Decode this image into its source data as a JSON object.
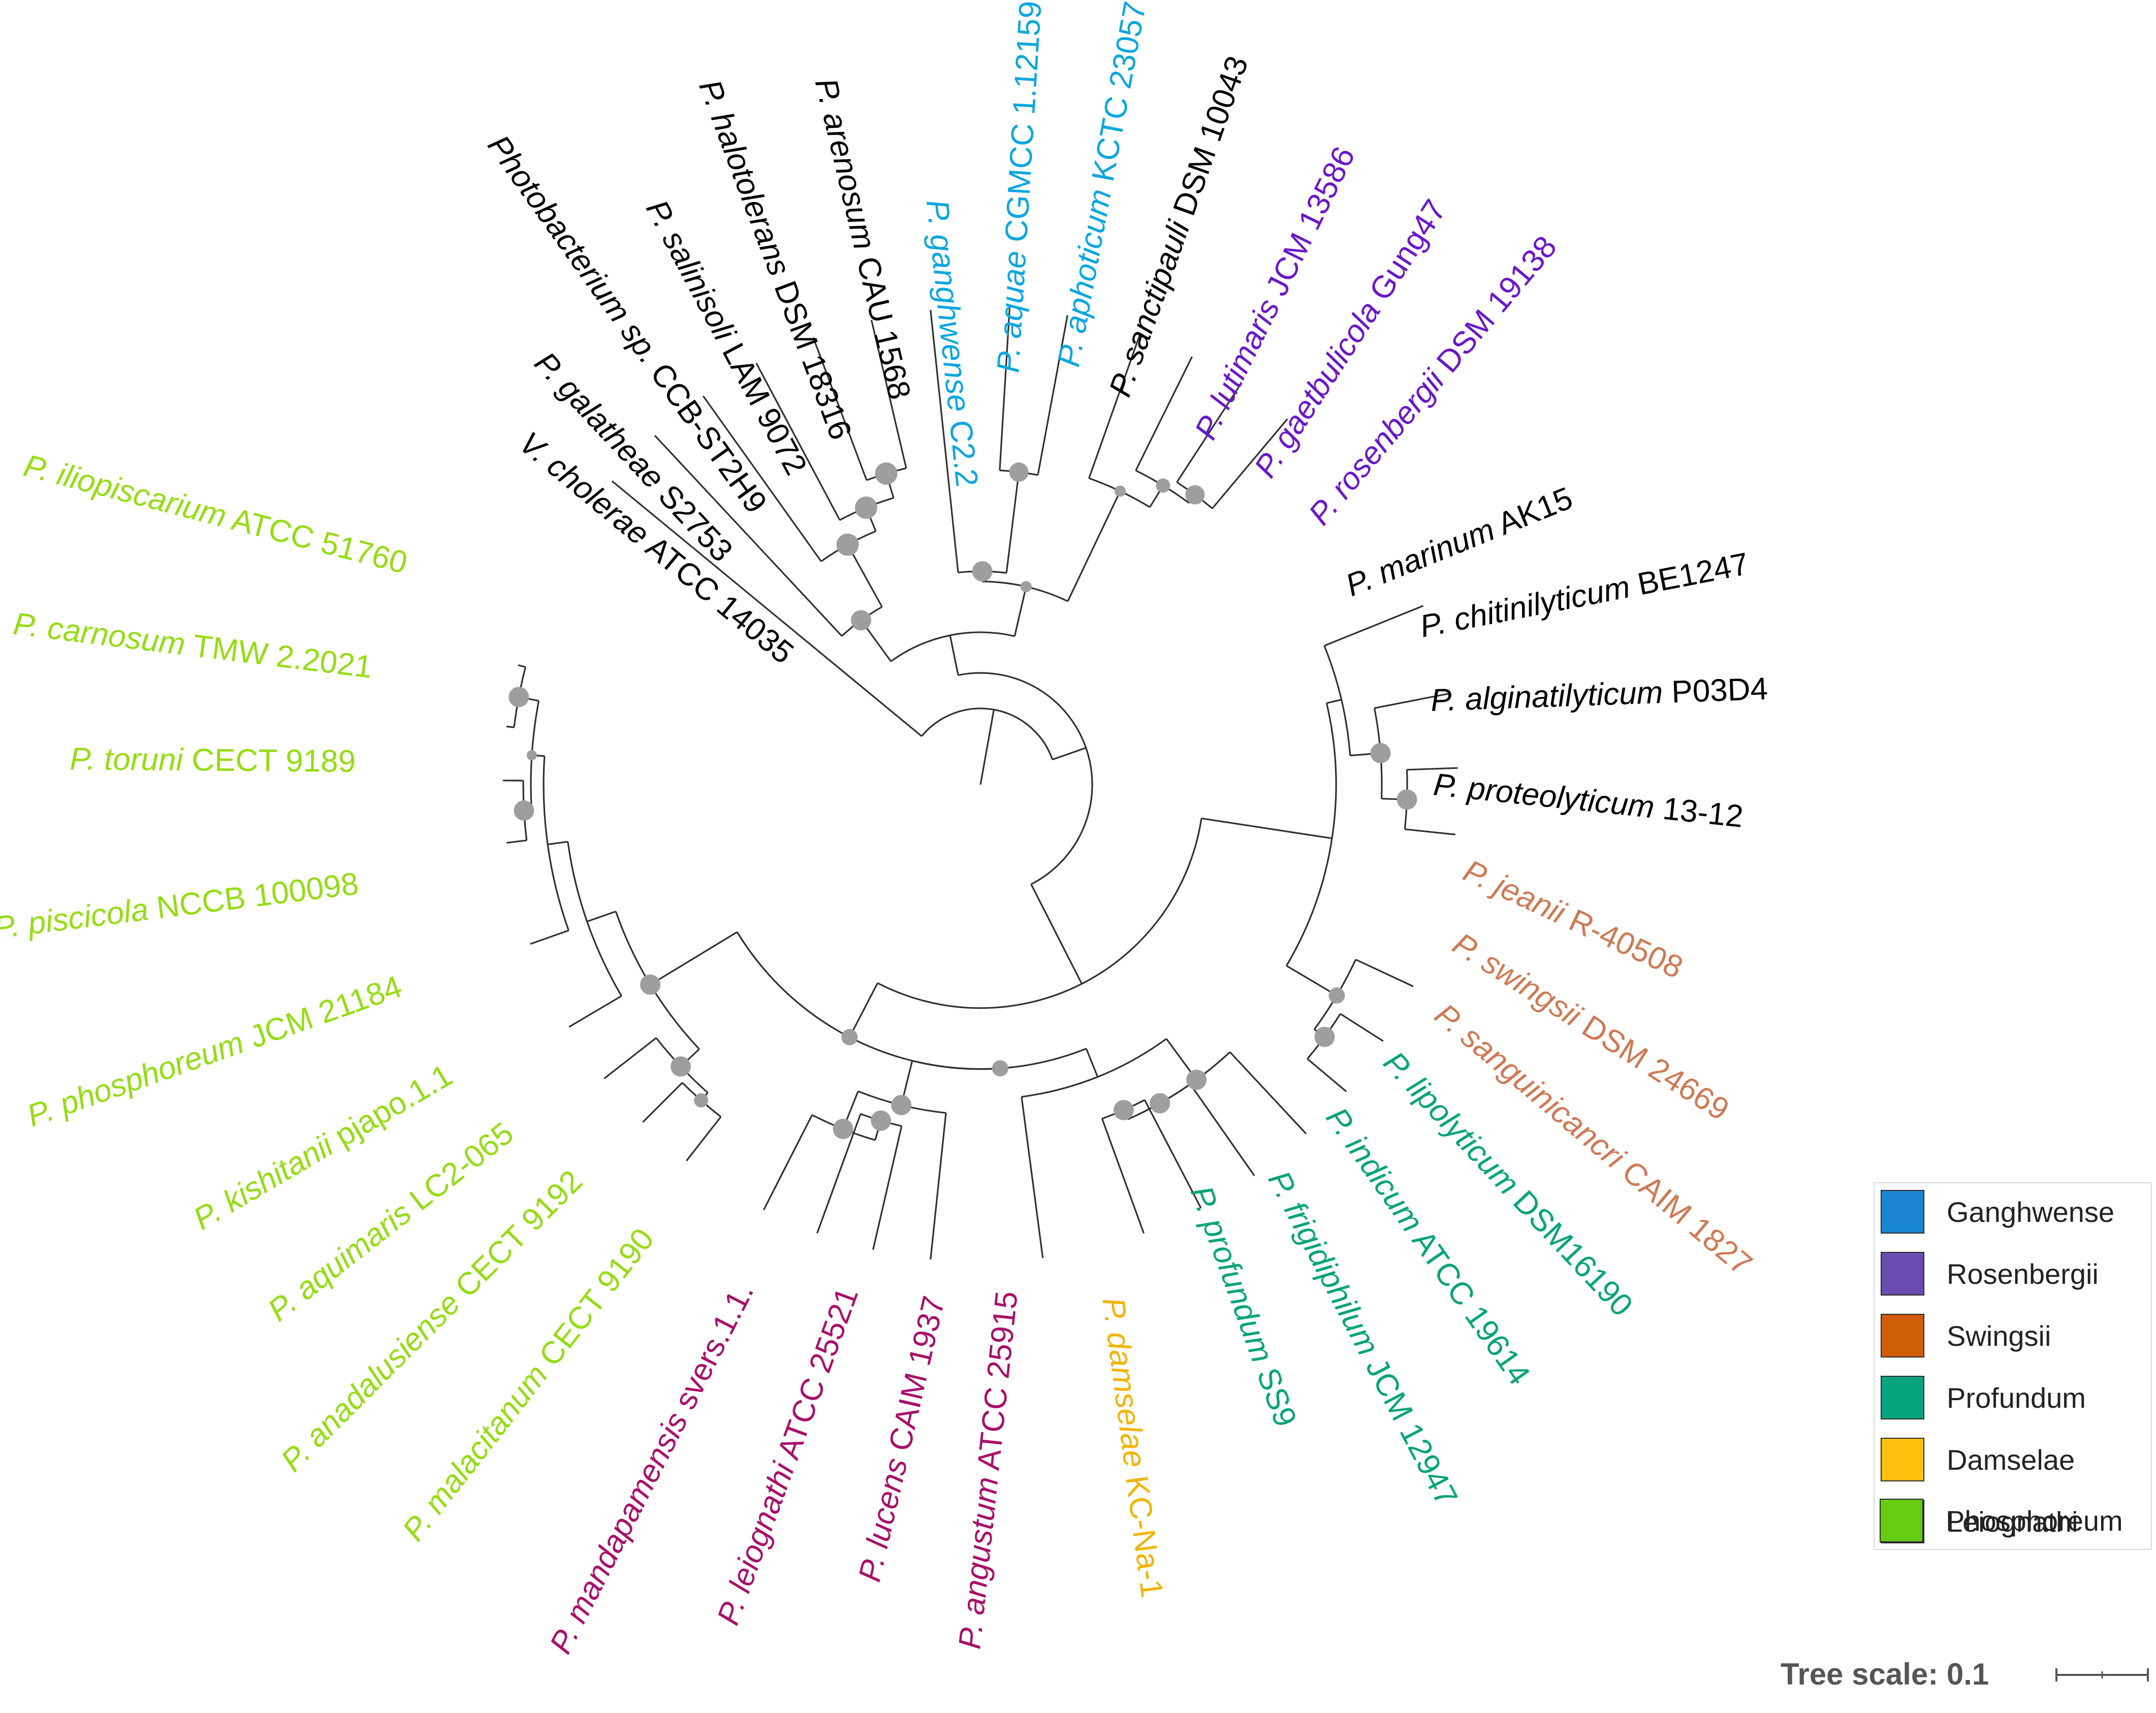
{
  "colors": {
    "branch": "#2f2f2f",
    "node": "#9e9e9e",
    "black": "#000000",
    "ganghwense": "#0aa6e0",
    "rosenbergii": "#6a17c9",
    "swingsii": "#cd7a55",
    "profundum": "#05a37a",
    "damselae": "#f2b400",
    "leiognathi": "#a80f6a",
    "phosphoreum": "#95dc14"
  },
  "taxa": [
    {
      "prefix": "V. cholerae",
      "rest": " ATCC 14035",
      "group": "black"
    },
    {
      "prefix": "P. galatheae",
      "rest": " S2753",
      "group": "black"
    },
    {
      "prefix": "Photobacterium sp.",
      "rest": " CCB-ST2H9",
      "group": "black"
    },
    {
      "prefix": "P. salinisoli",
      "rest": " LAM 9072",
      "group": "black"
    },
    {
      "prefix": "P. halotolerans",
      "rest": " DSM 18316",
      "group": "black"
    },
    {
      "prefix": "P. arenosum",
      "rest": " CAU 1568",
      "group": "black"
    },
    {
      "prefix": "P. ganghwense",
      "rest": " C2.2",
      "group": "ganghwense"
    },
    {
      "prefix": "P. aquae",
      "rest": " CGMCC 1.12159",
      "group": "ganghwense"
    },
    {
      "prefix": "P. aphoticum",
      "rest": " KCTC 23057",
      "group": "ganghwense"
    },
    {
      "prefix": "P. sanctipauli",
      "rest": " DSM 10043",
      "group": "black"
    },
    {
      "prefix": "P. lutimaris",
      "rest": " JCM 13586",
      "group": "rosenbergii"
    },
    {
      "prefix": "P. gaetbulicola",
      "rest": " Gung47",
      "group": "rosenbergii"
    },
    {
      "prefix": "P. rosenbergii",
      "rest": " DSM 19138",
      "group": "rosenbergii"
    },
    {
      "prefix": "P. marinum",
      "rest": " AK15",
      "group": "black"
    },
    {
      "prefix": "P. chitinilyticum",
      "rest": " BE1247",
      "group": "black"
    },
    {
      "prefix": "P. alginatilyticum",
      "rest": " P03D4",
      "group": "black"
    },
    {
      "prefix": "P. proteolyticum",
      "rest": " 13-12",
      "group": "black"
    },
    {
      "prefix": "P. jeanii",
      "rest": " R-40508",
      "group": "swingsii"
    },
    {
      "prefix": "P. swingsii",
      "rest": " DSM 24669",
      "group": "swingsii"
    },
    {
      "prefix": "P. sanguinicancri",
      "rest": " CAIM 1827",
      "group": "swingsii"
    },
    {
      "prefix": "P. lipolyticum",
      "rest": " DSM16190",
      "group": "profundum"
    },
    {
      "prefix": "P. indicum",
      "rest": " ATCC 19614",
      "group": "profundum"
    },
    {
      "prefix": "P. frigidiphilum",
      "rest": " JCM 12947",
      "group": "profundum"
    },
    {
      "prefix": "P. profundum",
      "rest": " SS9",
      "group": "profundum"
    },
    {
      "prefix": "P. damselae",
      "rest": " KC-Na-1",
      "group": "damselae"
    },
    {
      "prefix": "P. angustum",
      "rest": " ATCC 25915",
      "group": "leiognathi"
    },
    {
      "prefix": "P. lucens",
      "rest": " CAIM 1937",
      "group": "leiognathi"
    },
    {
      "prefix": "P. leiognathi",
      "rest": " ATCC 25521",
      "group": "leiognathi"
    },
    {
      "prefix": "P. mandapamensis",
      "rest": " svers.1.1.",
      "group": "leiognathi"
    },
    {
      "prefix": "P. malacitanum",
      "rest": " CECT 9190",
      "group": "phosphoreum"
    },
    {
      "prefix": "P. anadalusiense",
      "rest": " CECT 9192",
      "group": "phosphoreum"
    },
    {
      "prefix": "P. aquimaris",
      "rest": " LC2-065",
      "group": "phosphoreum"
    },
    {
      "prefix": "P. kishitanii",
      "rest": " pjapo.1.1",
      "group": "phosphoreum"
    },
    {
      "prefix": "P. phosphoreum",
      "rest": " JCM 21184",
      "group": "phosphoreum"
    },
    {
      "prefix": "P. piscicola",
      "rest": " NCCB 100098",
      "group": "phosphoreum"
    },
    {
      "prefix": "P. toruni",
      "rest": " CECT 9189",
      "group": "phosphoreum"
    },
    {
      "prefix": "P. carnosum",
      "rest": " TMW 2.2021",
      "group": "phosphoreum"
    },
    {
      "prefix": "P. iliopiscarium",
      "rest": " ATCC 51760",
      "group": "phosphoreum"
    }
  ],
  "legend": [
    {
      "label": "Ganghwense",
      "color": "#1a86d1"
    },
    {
      "label": "Rosenbergii",
      "color": "#6a4bb0"
    },
    {
      "label": "Swingsii",
      "color": "#d15d07"
    },
    {
      "label": "Profundum",
      "color": "#08a37f"
    },
    {
      "label": "Damselae",
      "color": "#ffc10f"
    },
    {
      "label": "Leiognathi",
      "color": "#c2467c"
    },
    {
      "label": "Phosphoreum",
      "color": "#66cc11"
    }
  ],
  "scale": {
    "label": "Tree scale: 0.1"
  }
}
